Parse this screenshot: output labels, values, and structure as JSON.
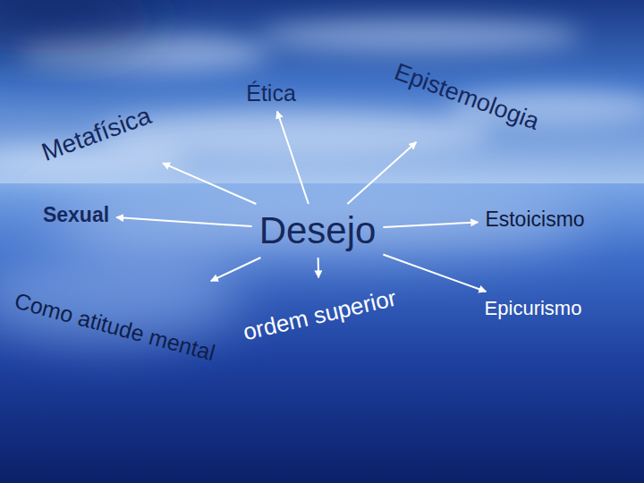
{
  "diagram": {
    "nodes": [
      {
        "text": [
          "Metafísica"
        ]
      },
      {
        "text": [
          "Ética"
        ]
      },
      {
        "text": [
          "Epistemologia"
        ]
      },
      {
        "text": [
          "Sexual"
        ]
      },
      {
        "text": [
          "Desejo"
        ]
      },
      {
        "text": [
          "Estoicismo"
        ]
      },
      {
        "text": [
          "Como atitude mental"
        ]
      },
      {
        "text": [
          "ordem superior"
        ]
      },
      {
        "text": [
          "Epicurismo"
        ]
      }
    ],
    "edges": [
      {
        "from": 4,
        "to": 0,
        "arrow": "to"
      },
      {
        "from": 4,
        "to": 1,
        "arrow": "to"
      },
      {
        "from": 4,
        "to": 2,
        "arrow": "to"
      },
      {
        "from": 4,
        "to": 3,
        "arrow": "to"
      },
      {
        "from": 4,
        "to": 5,
        "arrow": "to"
      },
      {
        "from": 4,
        "to": 6,
        "arrow": "to"
      },
      {
        "from": 4,
        "to": 7,
        "arrow": "to"
      },
      {
        "from": 4,
        "to": 8,
        "arrow": "to"
      }
    ]
  }
}
